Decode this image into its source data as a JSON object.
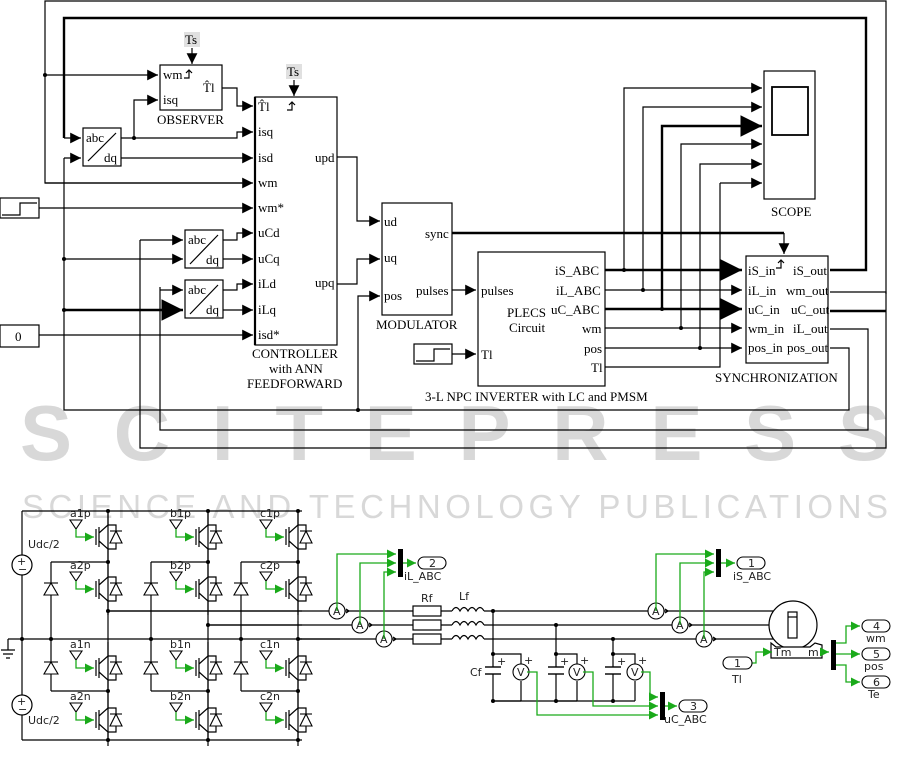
{
  "watermark": {
    "line1": "SCITEPRESS",
    "line2": "SCIENCE AND TECHNOLOGY PUBLICATIONS"
  },
  "top": {
    "ts_label": "Ts",
    "observer": {
      "title": "OBSERVER",
      "inputs": [
        "wm",
        "isq"
      ],
      "outputs": [
        "T̂l"
      ]
    },
    "abc_dq": {
      "top": "abc",
      "bottom": "dq"
    },
    "controller": {
      "title_lines": [
        "CONTROLLER",
        "with ANN",
        "FEEDFORWARD"
      ],
      "inputs": [
        "T̂l",
        "isq",
        "isd",
        "wm",
        "wm*",
        "uCd",
        "uCq",
        "iLd",
        "iLq",
        "isd*"
      ],
      "outputs": [
        "upd",
        "upq"
      ]
    },
    "constant": {
      "value": "0"
    },
    "modulator": {
      "title": "MODULATOR",
      "inputs": [
        "ud",
        "uq",
        "pos"
      ],
      "outputs": [
        "sync",
        "pulses"
      ]
    },
    "inverter": {
      "title": "3-L NPC INVERTER with LC and PMSM",
      "center_lines": [
        "PLECS",
        "Circuit"
      ],
      "inputs": [
        "pulses",
        "Tl"
      ],
      "outputs": [
        "iS_ABC",
        "iL_ABC",
        "uC_ABC",
        "wm",
        "pos",
        "Tl"
      ]
    },
    "scope": {
      "title": "SCOPE"
    },
    "sync": {
      "title": "SYNCHRONIZATION",
      "inputs": [
        "iS_in",
        "iL_in",
        "uC_in",
        "wm_in",
        "pos_in"
      ],
      "outputs": [
        "iS_out",
        "wm_out",
        "uC_out",
        "iL_out",
        "pos_out"
      ]
    }
  },
  "bottom": {
    "sources": [
      "Udc/2",
      "Udc/2"
    ],
    "gates_top": [
      "a1p",
      "b1p",
      "c1p"
    ],
    "gates_2p": [
      "a2p",
      "b2p",
      "c2p"
    ],
    "gates_1n": [
      "a1n",
      "b1n",
      "c1n"
    ],
    "gates_2n": [
      "a2n",
      "b2n",
      "c2n"
    ],
    "rf": "Rf",
    "lf": "Lf",
    "cf": "Cf",
    "ammeter": "A",
    "voltmeter": "V",
    "ports": [
      {
        "num": "2",
        "label": "iL_ABC"
      },
      {
        "num": "1",
        "label": "iS_ABC"
      },
      {
        "num": "3",
        "label": "uC_ABC"
      },
      {
        "num": "4",
        "label": "wm"
      },
      {
        "num": "5",
        "label": "pos"
      },
      {
        "num": "6",
        "label": "Te"
      }
    ],
    "tl_in": {
      "num": "1",
      "label": "Tl"
    },
    "machine": {
      "tm": "Tm",
      "m": "m"
    }
  }
}
